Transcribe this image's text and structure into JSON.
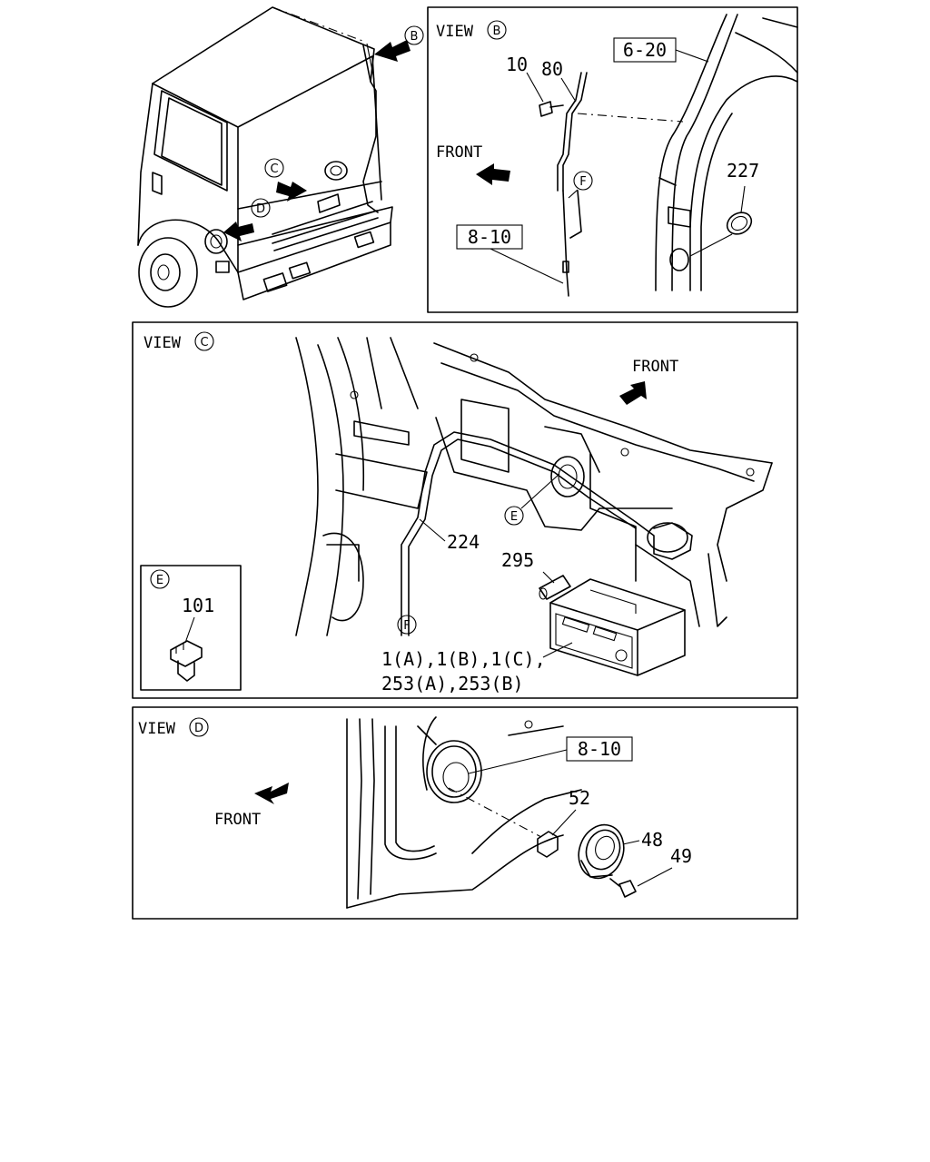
{
  "views": {
    "b": {
      "title": "VIEW",
      "letter": "B"
    },
    "c": {
      "title": "VIEW",
      "letter": "C"
    },
    "d": {
      "title": "VIEW",
      "letter": "D"
    }
  },
  "truck": {
    "callouts": [
      "B",
      "C",
      "D"
    ]
  },
  "front_label": "FRONT",
  "parts_b": {
    "p10": "10",
    "p80": "80",
    "ref620": "6-20",
    "p227": "227",
    "ref810": "8-10",
    "marker_f": "F"
  },
  "parts_c": {
    "p224": "224",
    "p295": "295",
    "marker_e": "E",
    "marker_f": "F",
    "radio_line1": "1(A),1(B),1(C),",
    "radio_line2": "253(A),253(B)"
  },
  "inset_e": {
    "letter": "E",
    "p101": "101"
  },
  "parts_d": {
    "ref810": "8-10",
    "p52": "52",
    "p48": "48",
    "p49": "49"
  }
}
